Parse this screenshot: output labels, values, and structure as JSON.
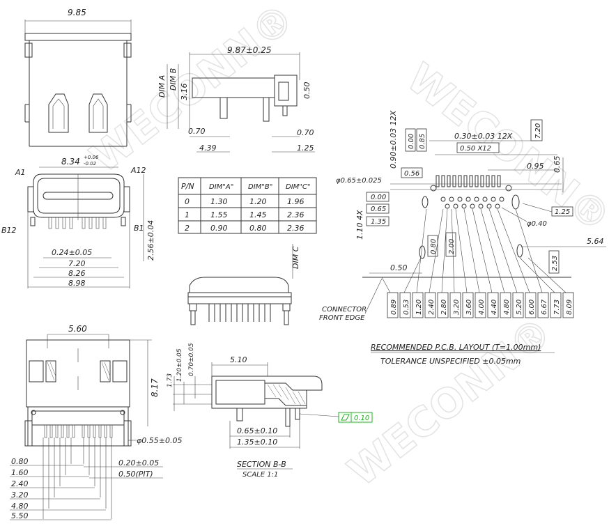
{
  "watermark": [
    "WECONN®",
    "WECONN®",
    "WECONN®"
  ],
  "top_view": {
    "width": "9.85"
  },
  "side_view": {
    "length": "9.87±0.25",
    "dim_a": "DIM A",
    "dim_b": "DIM B",
    "height": "3.16",
    "tab": "0.50",
    "left_offset": "0.70",
    "right_offset": "0.70",
    "left_dist": "4.39",
    "right_dist": "1.25"
  },
  "front_view": {
    "width_main": "8.34",
    "width_tol_up": "+0.06",
    "width_tol_down": "-0.02",
    "label_a1": "A1",
    "label_a12": "A12",
    "label_b12": "B12",
    "label_b1": "B1",
    "pitch": "0.24±0.05",
    "w1": "7.20",
    "w2": "8.26",
    "w3": "8.98",
    "height": "2.56±0.04"
  },
  "dim_table": {
    "headers": [
      "P/N",
      "DIM\"A\"",
      "DIM\"B\"",
      "DIM\"C\""
    ],
    "rows": [
      [
        "0",
        "1.30",
        "1.20",
        "1.96"
      ],
      [
        "1",
        "1.55",
        "1.45",
        "2.36"
      ],
      [
        "2",
        "0.90",
        "0.80",
        "2.36"
      ]
    ]
  },
  "rear_view": {
    "dim_c": "DIM C"
  },
  "pcb_layout": {
    "d_030": "0.30±0.03 12X",
    "d_090": "0.90±0.03 12X",
    "d_000a": "0.00",
    "d_085": "0.85",
    "d_050x12": "0.50 X12",
    "d_720": "7.20",
    "d_095": "0.95",
    "d_065v": "0.65",
    "d_hole": "φ0.65±0.025",
    "d_056": "0.56",
    "d_000b": "0.00",
    "d_065b": "0.65",
    "d_135": "1.35",
    "d_110": "1.10 4X",
    "d_125": "1.25",
    "d_040": "φ0.40",
    "d_080": "0.80",
    "d_200": "2.00",
    "d_564": "5.64",
    "d_253": "2.53",
    "d_050": "0.50",
    "bottom_dims": [
      "0.89",
      "0.53",
      "1.20",
      "2.40",
      "2.80",
      "3.20",
      "3.60",
      "4.00",
      "4.40",
      "4.80",
      "5.20",
      "6.00",
      "6.67",
      "7.73",
      "8.09"
    ],
    "front_edge": [
      "CONNECTOR",
      "FRONT EDGE"
    ]
  },
  "notes": {
    "recommended": "RECOMMENDED  P.C.B. LAYOUT (T=1.00mm)",
    "tolerance": "TOLERANCE  UNSPECIFIED ±0.05mm"
  },
  "bottom_view": {
    "width": "5.60",
    "height": "8.17",
    "hole": "φ0.55±0.05",
    "left_dims": [
      "0.80",
      "1.60",
      "2.40",
      "3.20",
      "4.80",
      "5.50"
    ],
    "right_dims": [
      "0.20±0.05",
      "0.50(PIT)"
    ]
  },
  "section": {
    "d_510": "5.10",
    "d_173": "1.73",
    "d_120": "1.20±0.05",
    "d_070": "0.70±0.05",
    "flatness": "0.10",
    "d_065": "0.65±0.10",
    "d_135": "1.35±0.10",
    "title": "SECTION  B-B",
    "scale": "SCALE  1:1"
  }
}
